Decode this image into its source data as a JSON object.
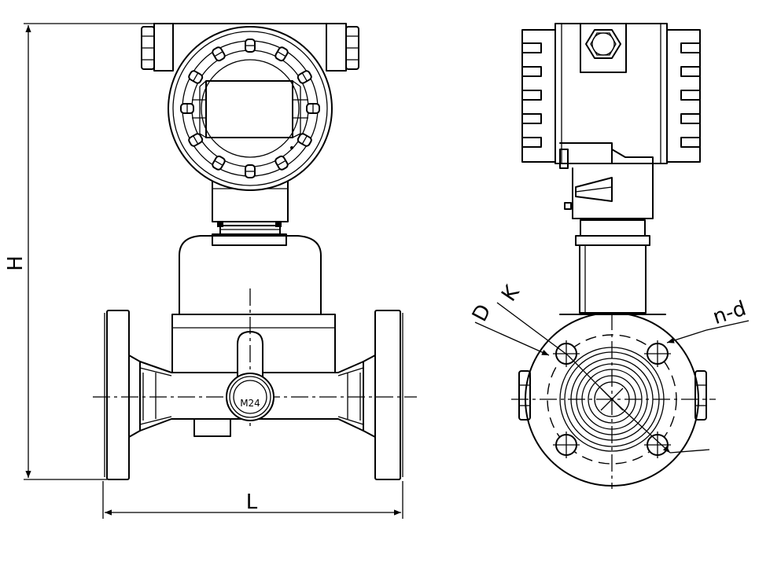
{
  "dimensions": {
    "height_label": "H",
    "length_label": "L",
    "outer_diameter_label": "D",
    "bolt_circle_label": "K",
    "bolt_holes_label": "n-d",
    "thread_label": "M24"
  }
}
